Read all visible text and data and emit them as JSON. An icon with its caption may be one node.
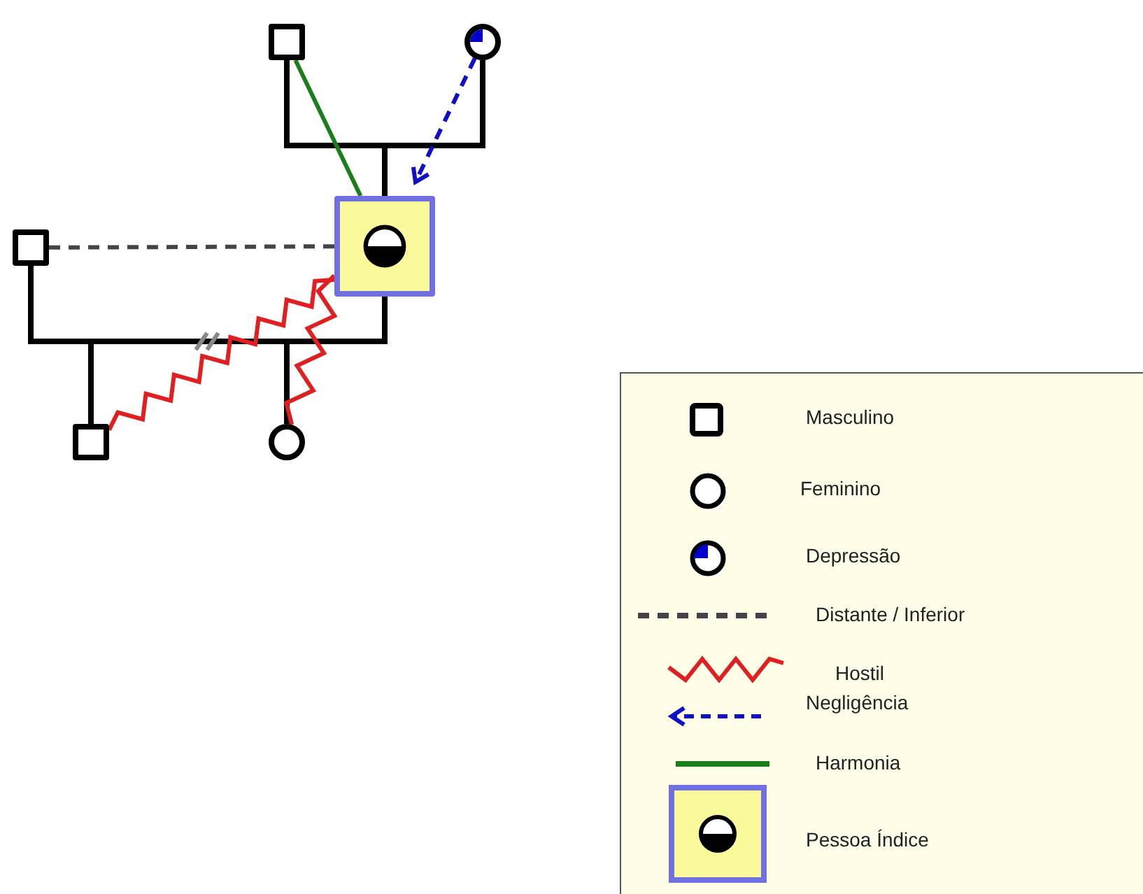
{
  "diagram": {
    "nodes": [
      {
        "text": [],
        "shape": "box"
      },
      {
        "text": [],
        "shape": "circle"
      },
      {
        "text": [],
        "shape": "box"
      },
      {
        "text": [],
        "shape": "box"
      },
      {
        "text": [],
        "shape": "box"
      },
      {
        "text": [],
        "shape": "circle"
      }
    ],
    "edges": [
      {
        "from": 0,
        "to": 1,
        "arrow": "none"
      },
      {
        "from": 0,
        "to": 2,
        "arrow": "none"
      },
      {
        "from": 1,
        "to": 2,
        "arrow": "none"
      },
      {
        "from": 3,
        "to": 2,
        "arrow": "none"
      },
      {
        "from": 3,
        "to": 4,
        "arrow": "none"
      },
      {
        "from": 2,
        "to": 4,
        "arrow": "none"
      },
      {
        "from": 3,
        "to": 5,
        "arrow": "none"
      },
      {
        "from": 2,
        "to": 5,
        "arrow": "none"
      },
      {
        "from": 0,
        "to": 2,
        "arrow": "none",
        "color": "#1a7f1a"
      },
      {
        "from": 1,
        "to": 2,
        "arrow": "to",
        "style": "dashed",
        "color": "#1010c8"
      },
      {
        "from": 3,
        "to": 2,
        "arrow": "none",
        "style": "dashed",
        "color": "#444444"
      },
      {
        "from": 2,
        "to": 4,
        "arrow": "none",
        "color": "#e02020"
      },
      {
        "from": 2,
        "to": 5,
        "arrow": "none",
        "color": "#e02020"
      }
    ],
    "legend": [
      {
        "text": "Masculino"
      },
      {
        "text": "Feminino"
      },
      {
        "text": "Depressão"
      },
      {
        "text": "Distante / Inferior"
      },
      {
        "text": "Hostil"
      },
      {
        "text": "Negligência"
      },
      {
        "text": "Harmonia"
      },
      {
        "text": "Pessoa Índice"
      }
    ]
  }
}
